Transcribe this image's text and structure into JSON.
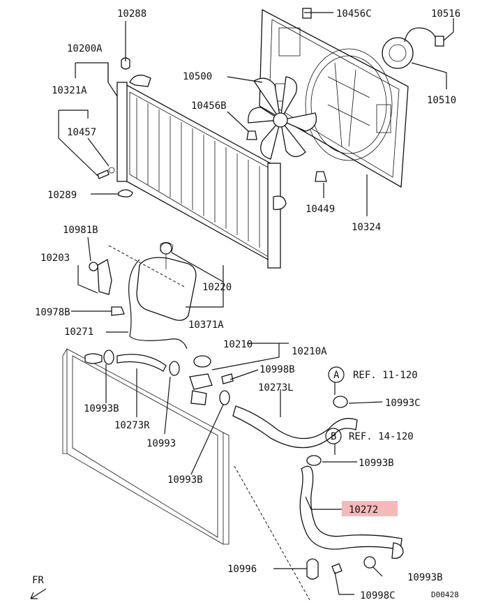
{
  "labels": {
    "p10288": "10288",
    "p10456C": "10456C",
    "p10516": "10516",
    "p10200A": "10200A",
    "p10321A": "10321A",
    "p10500": "10500",
    "p10510": "10510",
    "p10456B": "10456B",
    "p10457": "10457",
    "p10289": "10289",
    "p10449": "10449",
    "p10324": "10324",
    "p10981B": "10981B",
    "p10203": "10203",
    "p10220": "10220",
    "p10978B": "10978B",
    "p10371A": "10371A",
    "p10271": "10271",
    "p10210": "10210",
    "p10210A": "10210A",
    "p10998B": "10998B",
    "p10273L": "10273L",
    "p10993C": "10993C",
    "p10993B_a": "10993B",
    "p10273R": "10273R",
    "p10993": "10993",
    "p10993B_b": "10993B",
    "p10993B_c": "10993B",
    "p10272": "10272",
    "p10996": "10996",
    "p10993B_d": "10993B",
    "p10998C": "10998C"
  },
  "refs": {
    "a_letter": "A",
    "a_text": "REF. 11-120",
    "b_letter": "B",
    "b_text": "REF. 14-120"
  },
  "direction": "FR",
  "code": "D00428",
  "highlight_color": "#f4b9b9"
}
